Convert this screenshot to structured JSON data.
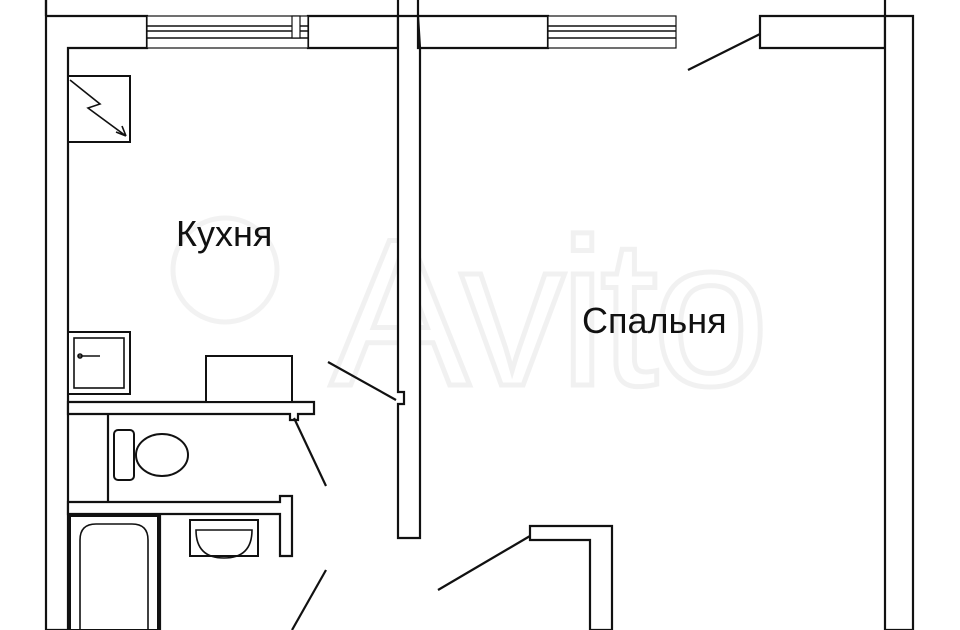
{
  "rooms": {
    "kitchen": "Кухня",
    "bedroom": "Спальня"
  },
  "watermark": "Avito",
  "colors": {
    "line": "#111111",
    "background": "#ffffff",
    "watermark": "#e9e9e9"
  }
}
